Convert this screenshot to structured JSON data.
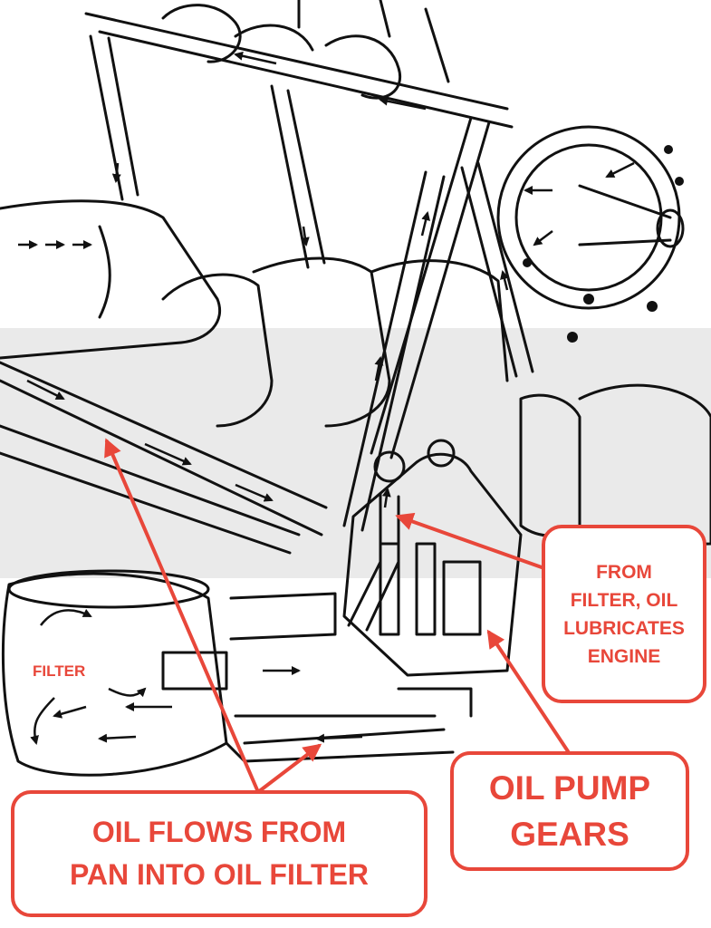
{
  "labels": {
    "filter": "FILTER",
    "from_filter": "FROM\nFILTER, OIL\nLUBRICATES\nENGINE",
    "pump_gears": "OIL PUMP\nGEARS",
    "pan_to_filter": "OIL FLOWS FROM\nPAN INTO OIL FILTER"
  },
  "colors": {
    "annotation": "#e8473a",
    "line_art": "#111111",
    "background": "#ffffff"
  }
}
